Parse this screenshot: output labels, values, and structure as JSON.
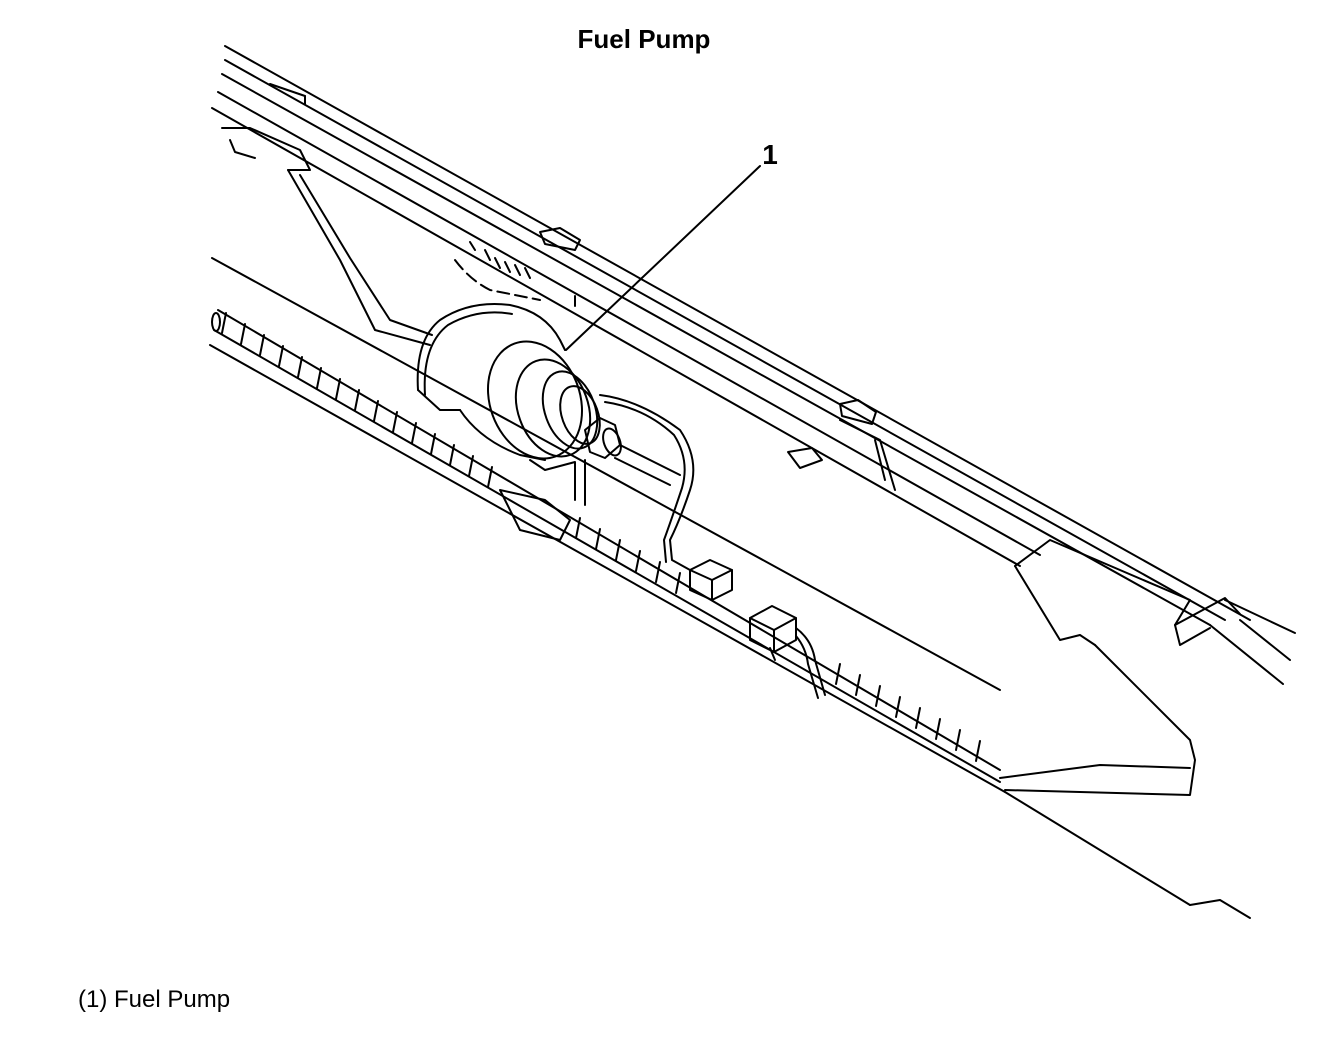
{
  "figure": {
    "title": "Fuel Pump",
    "callout_number": "1",
    "caption": "(1) Fuel Pump"
  }
}
